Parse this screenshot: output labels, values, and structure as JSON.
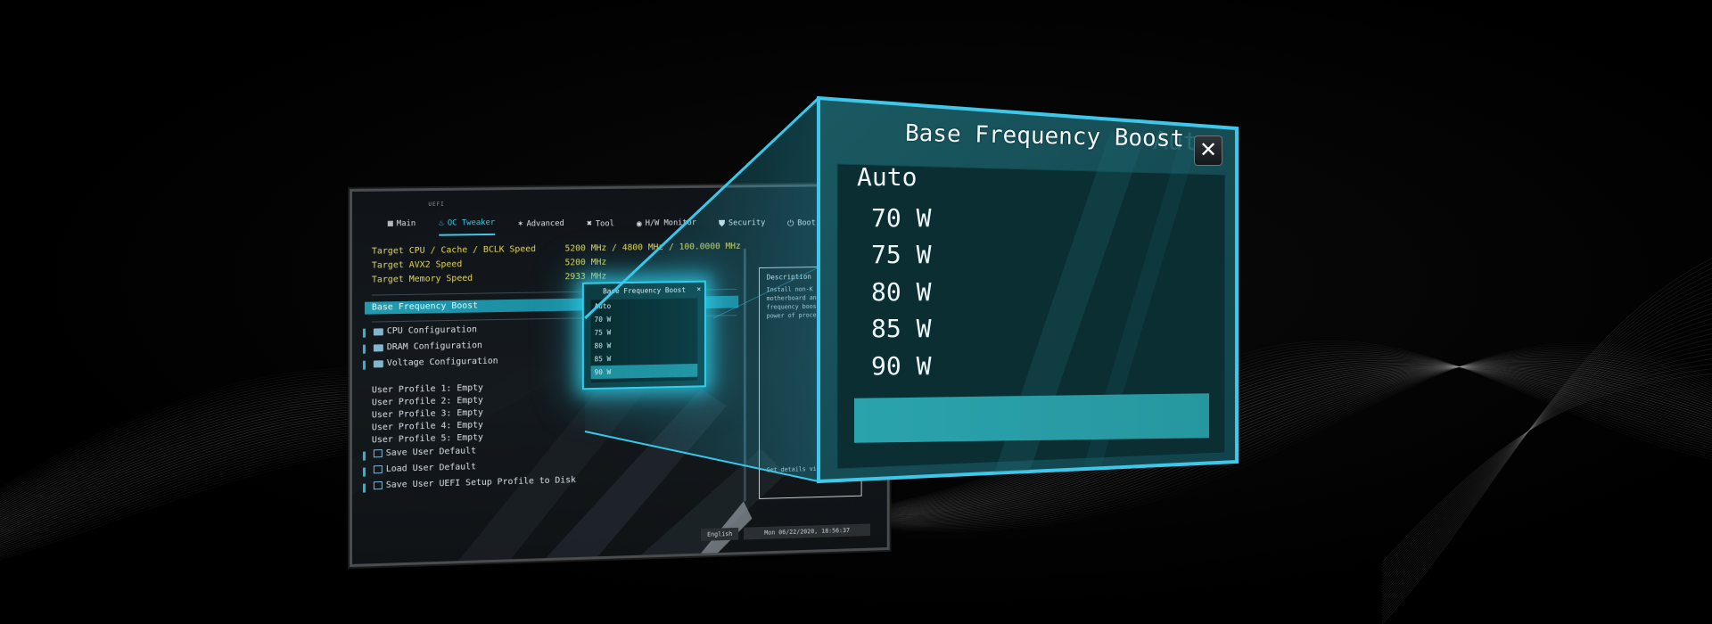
{
  "bios": {
    "uefi_label": "UEFI",
    "tabs": [
      {
        "icon": "grid-icon",
        "label": "Main",
        "active": false
      },
      {
        "icon": "flame-icon",
        "label": "OC Tweaker",
        "active": true
      },
      {
        "icon": "star-icon",
        "label": "Advanced",
        "active": false
      },
      {
        "icon": "tool-icon",
        "label": "Tool",
        "active": false
      },
      {
        "icon": "monitor-icon",
        "label": "H/W Monitor",
        "active": false
      },
      {
        "icon": "shield-icon",
        "label": "Security",
        "active": false
      },
      {
        "icon": "power-icon",
        "label": "Boot",
        "active": false
      }
    ],
    "targets": [
      {
        "label": "Target CPU / Cache / BCLK Speed",
        "value": "5200 MHz / 4800 MHz / 100.0000 MHz"
      },
      {
        "label": "Target AVX2 Speed",
        "value": "5200 MHz"
      },
      {
        "label": "Target Memory Speed",
        "value": "2933 MHz"
      }
    ],
    "selected_item": "Base Frequency Boost",
    "config_items": [
      "CPU Configuration",
      "DRAM Configuration",
      "Voltage Configuration"
    ],
    "profiles": [
      "User Profile 1: Empty",
      "User Profile 2: Empty",
      "User Profile 3: Empty",
      "User Profile 4: Empty",
      "User Profile 5: Empty"
    ],
    "actions": [
      "Save User Default",
      "Load User Default",
      "Save User UEFI Setup Profile to Disk"
    ],
    "description": {
      "title": "Description",
      "body": "Install non-K ser\nmotherboard and en\nfrequency boost w\npower of processo",
      "footer": "Get details via QR"
    },
    "footer": {
      "language": "English",
      "datetime": "Mon 06/22/2020, 18:56:37"
    },
    "small_popup": {
      "title": "Base Frequency Boost",
      "close": "✕"
    }
  },
  "popup": {
    "title": "Base Frequency Boost",
    "close_glyph": "✕",
    "ghost_text": "Auto",
    "options": [
      "Auto",
      "70 W",
      "75 W",
      "80 W",
      "85 W",
      "90 W"
    ],
    "selected": "90 W"
  },
  "colors": {
    "accent": "#2fd0ee",
    "selection": "#2aa3ad",
    "target_text": "#e6d84a",
    "popup_bg": "#0d3c42"
  }
}
